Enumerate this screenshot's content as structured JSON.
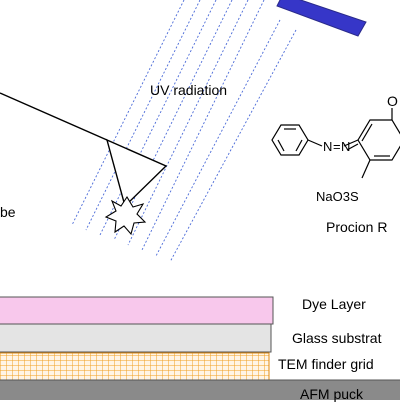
{
  "labels": {
    "uv": "UV radiation",
    "probe": "be",
    "procion": "Procion R",
    "dye": "Dye Layer",
    "glass": "Glass substrat",
    "tem": "TEM finder grid",
    "afm": "AFM puck"
  },
  "molecule": {
    "hydroxyl": "O",
    "sulfonate": "NaO3S"
  },
  "colors": {
    "uv_lamp": "#3636c8",
    "uv_rays": "#4a6ad8",
    "dye_layer": "#f8c8ec",
    "glass": "#e4e4e4",
    "tem_grid": "#f0a020",
    "afm_puck": "#8a8a8a"
  }
}
